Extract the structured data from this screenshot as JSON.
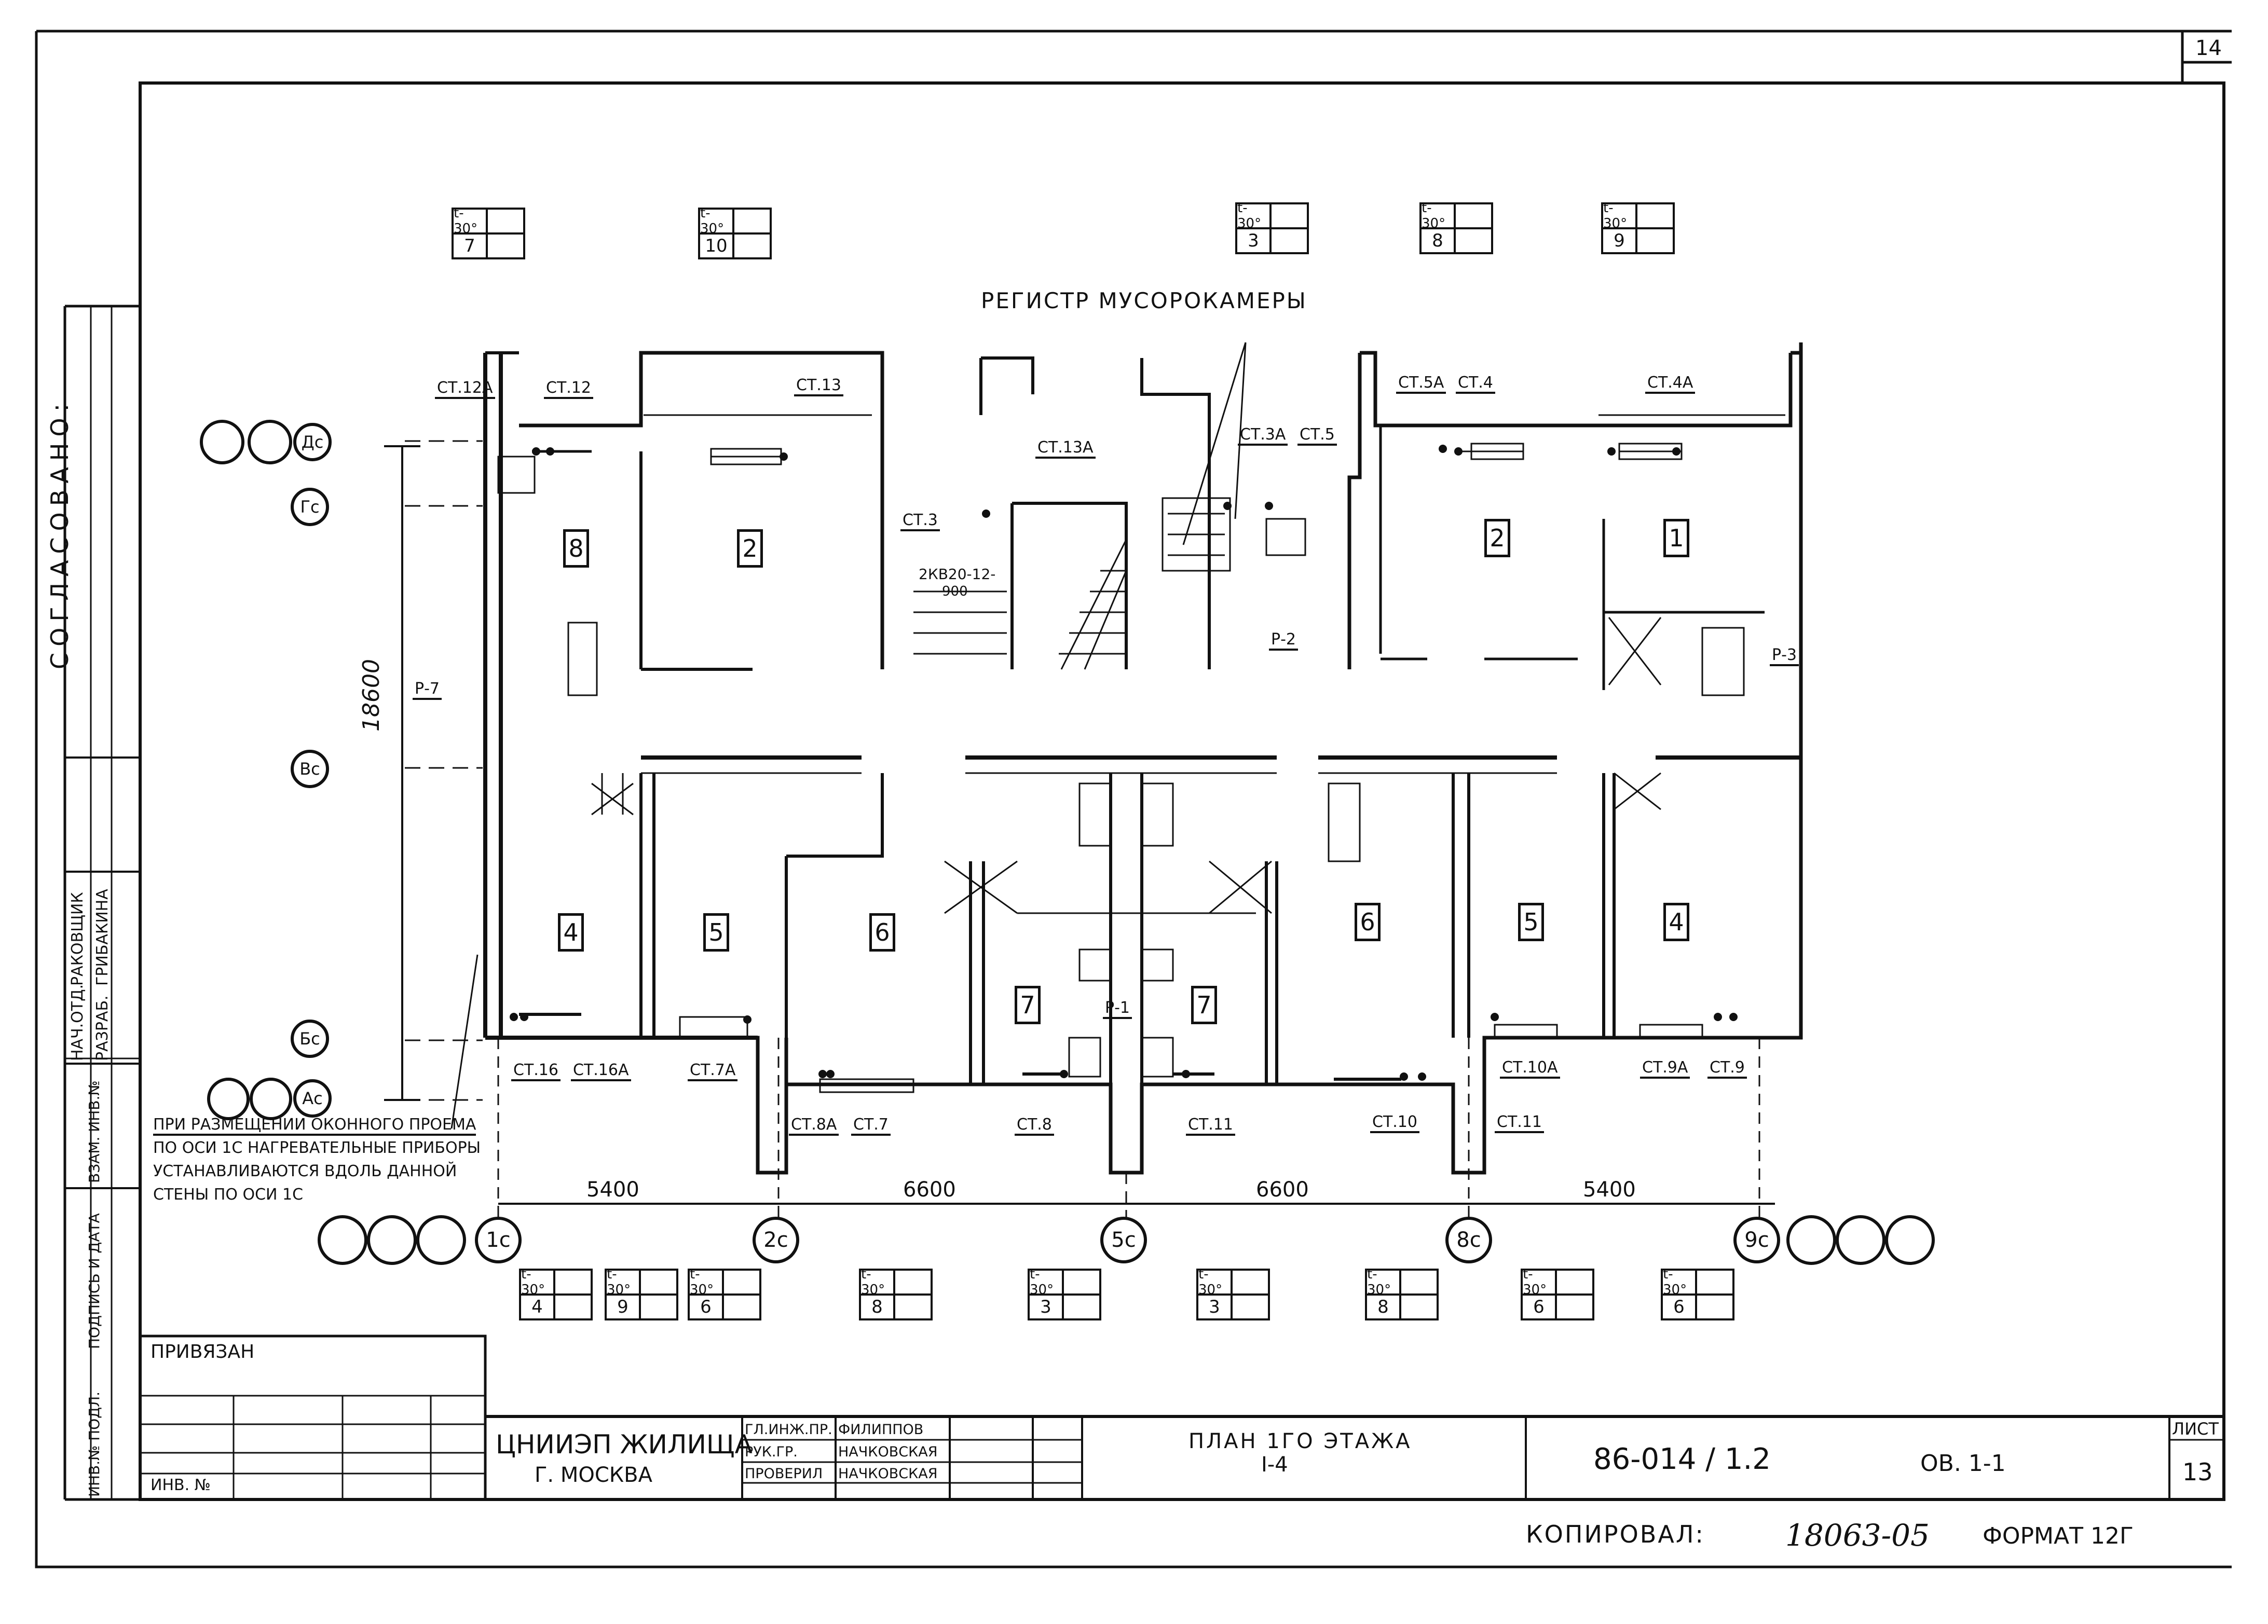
{
  "sheet_number_corner": "14",
  "agreed_label": "СОГЛАСОВАНО:",
  "left_strip": {
    "head_dept_label": "НАЧ.ОТД.",
    "head_dept_name": "РАКОВЩИК",
    "developed_label": "РАЗРАБ.",
    "developed_name": "ГРИБАКИНА",
    "replace_inv_label": "ВЗАМ. ИНВ.№",
    "sign_date_label": "ПОДПИСЬ И ДАТА",
    "inv_orig_label": "ИНВ.№ ПОДЛ."
  },
  "title_heading": "РЕГИСТР МУСОРОКАМЕРЫ",
  "dimension_height": "18600",
  "dimensions_bottom": [
    "5400",
    "6600",
    "6600",
    "5400"
  ],
  "axes_bottom": [
    "1с",
    "2с",
    "5с",
    "8с",
    "9с"
  ],
  "axes_left": [
    "Дс",
    "Гс",
    "Вс",
    "Бс",
    "Ас"
  ],
  "note_lines": [
    "ПРИ РАЗМЕЩЕНИИ ОКОННОГО ПРОЕМА",
    "ПО ОСИ 1С НАГРЕВАТЕЛЬНЫЕ ПРИБОРЫ",
    "УСТАНАВЛИВАЮТСЯ ВДОЛЬ ДАННОЙ",
    "СТЕНЫ ПО ОСИ 1С"
  ],
  "temp_boxes_top": [
    {
      "t": "t-30°",
      "v": "7"
    },
    {
      "t": "t-30°",
      "v": "10"
    },
    {
      "t": "t-30°",
      "v": "3"
    },
    {
      "t": "t-30°",
      "v": "8"
    },
    {
      "t": "t-30°",
      "v": "9"
    }
  ],
  "temp_boxes_bottom": [
    {
      "t": "t-30°",
      "v": "4"
    },
    {
      "t": "t-30°",
      "v": "9"
    },
    {
      "t": "t-30°",
      "v": "6"
    },
    {
      "t": "t-30°",
      "v": "8"
    },
    {
      "t": "t-30°",
      "v": "3"
    },
    {
      "t": "t-30°",
      "v": "3"
    },
    {
      "t": "t-30°",
      "v": "8"
    },
    {
      "t": "t-30°",
      "v": "6"
    },
    {
      "t": "t-30°",
      "v": "6"
    }
  ],
  "rooms": [
    "8",
    "2",
    "2",
    "1",
    "4",
    "5",
    "6",
    "7",
    "7",
    "6",
    "5",
    "4"
  ],
  "risers": [
    "СТ.12А",
    "СТ.12",
    "СТ.13",
    "СТ.13А",
    "СТ.3",
    "СТ.3А",
    "СТ.5",
    "СТ.5А",
    "СТ.4",
    "СТ.4А",
    "СТ.16",
    "СТ.16А",
    "СТ.7А",
    "СТ.8А",
    "СТ.7",
    "СТ.8",
    "СТ.11",
    "СТ.10",
    "СТ.11",
    "СТ.10А",
    "СТ.9А",
    "СТ.9"
  ],
  "equipment_labels": {
    "convector": "2КВ20-12-",
    "convector2": "900",
    "r1": "Р-1",
    "r2": "Р-2",
    "r3": "Р-3",
    "r7": "Р-7"
  },
  "title_block": {
    "bound_label": "ПРИВЯЗАН",
    "inv_label": "ИНВ. №",
    "org_line1": "ЦНИИЭП ЖИЛИЩА",
    "org_line2": "Г. МОСКВА",
    "roles": [
      {
        "role": "ГЛ.ИНЖ.ПР.",
        "name": "ФИЛИППОВ"
      },
      {
        "role": "РУК.ГР.",
        "name": "НАЧКОВСКАЯ"
      },
      {
        "role": "ПРОВЕРИЛ",
        "name": "НАЧКОВСКАЯ"
      }
    ],
    "drawing_title_1": "ПЛАН 1ГО ЭТАЖА",
    "drawing_title_2": "I-4",
    "project_code": "86-014 / 1.2",
    "sheet_code": "ОВ. 1-1",
    "sheet_label": "ЛИСТ",
    "sheet_number": "13"
  },
  "footer": {
    "copied_label": "КОПИРОВАЛ:",
    "copy_number": "18063-05",
    "format_label": "ФОРМАТ 12Г"
  }
}
